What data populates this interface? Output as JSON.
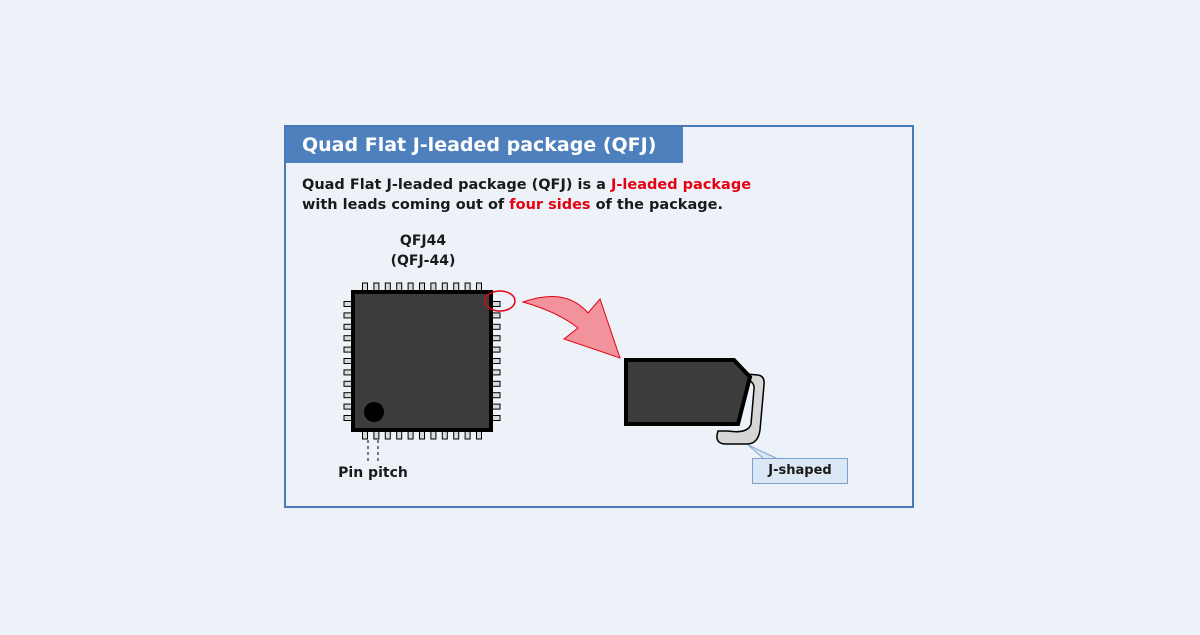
{
  "title": "Quad Flat J-leaded package (QFJ)",
  "description": {
    "line1_prefix": "Quad Flat J-leaded package (QFJ) is a ",
    "line1_highlight": "J-leaded package",
    "line2_prefix": "with leads coming out of ",
    "line2_highlight": "four sides",
    "line2_suffix": " of the package."
  },
  "chip": {
    "name": "QFJ44",
    "alt_name": "(QFJ-44)",
    "pins_per_side": 11,
    "body_color": "#3c3c3c",
    "lead_color": "#d9d9d9"
  },
  "pin_pitch_label": "Pin pitch",
  "callout_label": "J-shaped",
  "colors": {
    "title_bar": "#4d80bd",
    "highlight": "#e60012",
    "arrow_fill": "#f2939b",
    "circle_stroke": "#e60012"
  }
}
